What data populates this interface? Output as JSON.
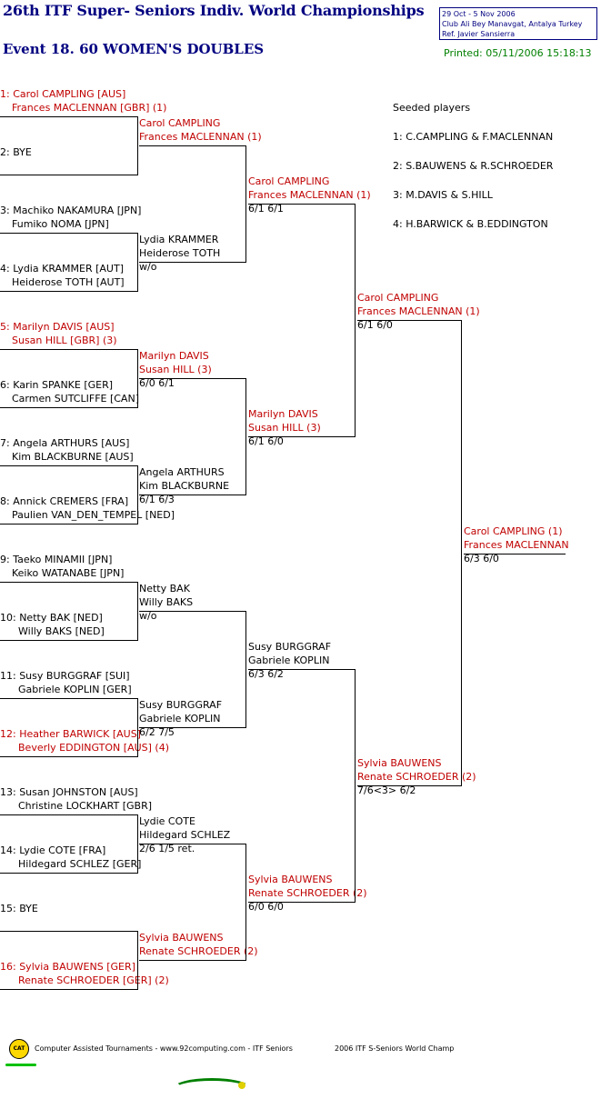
{
  "header": {
    "title": "26th ITF Super- Seniors Indiv. World Championships",
    "event": "Event 18. 60 WOMEN'S DOUBLES",
    "info_dates": "29 Oct - 5 Nov 2006",
    "info_venue": "Club Ali Bey Manavgat, Antalya  Turkey",
    "info_ref": "Ref. Javier Sansierra",
    "printed": "Printed: 05/11/2006 15:18:13"
  },
  "seeds": {
    "title": "Seeded players",
    "list": [
      "1: C.CAMPLING & F.MACLENNAN",
      "2: S.BAUWENS & R.SCHROEDER",
      "3: M.DAVIS & S.HILL",
      "4: H.BARWICK & B.EDDINGTON"
    ]
  },
  "draw": [
    {
      "l1": "1: Carol CAMPLING [AUS]",
      "l2": "Frances MACLENNAN [GBR] (1)",
      "red": true
    },
    {
      "l1": "2: BYE",
      "l2": "",
      "red": false
    },
    {
      "l1": "3: Machiko NAKAMURA [JPN]",
      "l2": "Fumiko NOMA [JPN]",
      "red": false
    },
    {
      "l1": "4: Lydia KRAMMER [AUT]",
      "l2": "Heiderose TOTH [AUT]",
      "red": false
    },
    {
      "l1": "5: Marilyn DAVIS [AUS]",
      "l2": "Susan HILL [GBR] (3)",
      "red": true
    },
    {
      "l1": "6: Karin SPANKE [GER]",
      "l2": "Carmen SUTCLIFFE [CAN]",
      "red": false
    },
    {
      "l1": "7: Angela ARTHURS [AUS]",
      "l2": "Kim BLACKBURNE [AUS]",
      "red": false
    },
    {
      "l1": "8: Annick CREMERS [FRA]",
      "l2": "Paulien VAN_DEN_TEMPEL [NED]",
      "red": false
    },
    {
      "l1": "9: Taeko MINAMII [JPN]",
      "l2": "Keiko WATANABE [JPN]",
      "red": false
    },
    {
      "l1": "10: Netty BAK [NED]",
      "l2": "Willy BAKS [NED]",
      "red": false
    },
    {
      "l1": "11: Susy BURGGRAF [SUI]",
      "l2": "Gabriele KOPLIN [GER]",
      "red": false
    },
    {
      "l1": "12: Heather BARWICK [AUS]",
      "l2": "Beverly EDDINGTON [AUS] (4)",
      "red": true
    },
    {
      "l1": "13: Susan JOHNSTON [AUS]",
      "l2": "Christine LOCKHART [GBR]",
      "red": false
    },
    {
      "l1": "14: Lydie COTE [FRA]",
      "l2": "Hildegard SCHLEZ [GER]",
      "red": false
    },
    {
      "l1": "15: BYE",
      "l2": "",
      "red": false
    },
    {
      "l1": "16: Sylvia BAUWENS [GER]",
      "l2": "Renate SCHROEDER [GER] (2)",
      "red": true
    }
  ],
  "round2": [
    {
      "l1": "Carol CAMPLING",
      "l2": "Frances MACLENNAN (1)",
      "score": "",
      "red": true
    },
    {
      "l1": "Lydia KRAMMER",
      "l2": "Heiderose TOTH",
      "score": "w/o",
      "red": false
    },
    {
      "l1": "Marilyn DAVIS",
      "l2": "Susan HILL (3)",
      "score": "6/0 6/1",
      "red": true
    },
    {
      "l1": "Angela ARTHURS",
      "l2": "Kim BLACKBURNE",
      "score": "6/1 6/3",
      "red": false
    },
    {
      "l1": "Netty BAK",
      "l2": "Willy BAKS",
      "score": "w/o",
      "red": false
    },
    {
      "l1": "Susy BURGGRAF",
      "l2": "Gabriele KOPLIN",
      "score": "6/2 7/5",
      "red": false
    },
    {
      "l1": "Lydie COTE",
      "l2": "Hildegard SCHLEZ",
      "score": "2/6 1/5 ret.",
      "red": false
    },
    {
      "l1": "Sylvia BAUWENS",
      "l2": "Renate SCHROEDER (2)",
      "score": "",
      "red": true
    }
  ],
  "quarterfinals": [
    {
      "l1": "Carol CAMPLING",
      "l2": "Frances MACLENNAN (1)",
      "score": "6/1 6/1",
      "red": true
    },
    {
      "l1": "Marilyn DAVIS",
      "l2": "Susan HILL (3)",
      "score": "6/1 6/0",
      "red": true
    },
    {
      "l1": "Susy BURGGRAF",
      "l2": "Gabriele KOPLIN",
      "score": "6/3 6/2",
      "red": false
    },
    {
      "l1": "Sylvia BAUWENS",
      "l2": "Renate SCHROEDER (2)",
      "score": "6/0 6/0",
      "red": true
    }
  ],
  "semifinals": [
    {
      "l1": "Carol CAMPLING",
      "l2": "Frances MACLENNAN (1)",
      "score": "6/1 6/0",
      "red": true
    },
    {
      "l1": "Sylvia BAUWENS",
      "l2": "Renate SCHROEDER (2)",
      "score": "7/6<3> 6/2",
      "red": true
    }
  ],
  "final": {
    "l1": "Carol CAMPLING (1)",
    "l2": "Frances MACLENNAN",
    "score": "6/3 6/0",
    "red": true
  },
  "footer": {
    "logo": "CAT",
    "left": "Computer Assisted Tournaments - www.92computing.com -   ITF Seniors",
    "right": "2006 ITF S-Seniors World Champ"
  }
}
